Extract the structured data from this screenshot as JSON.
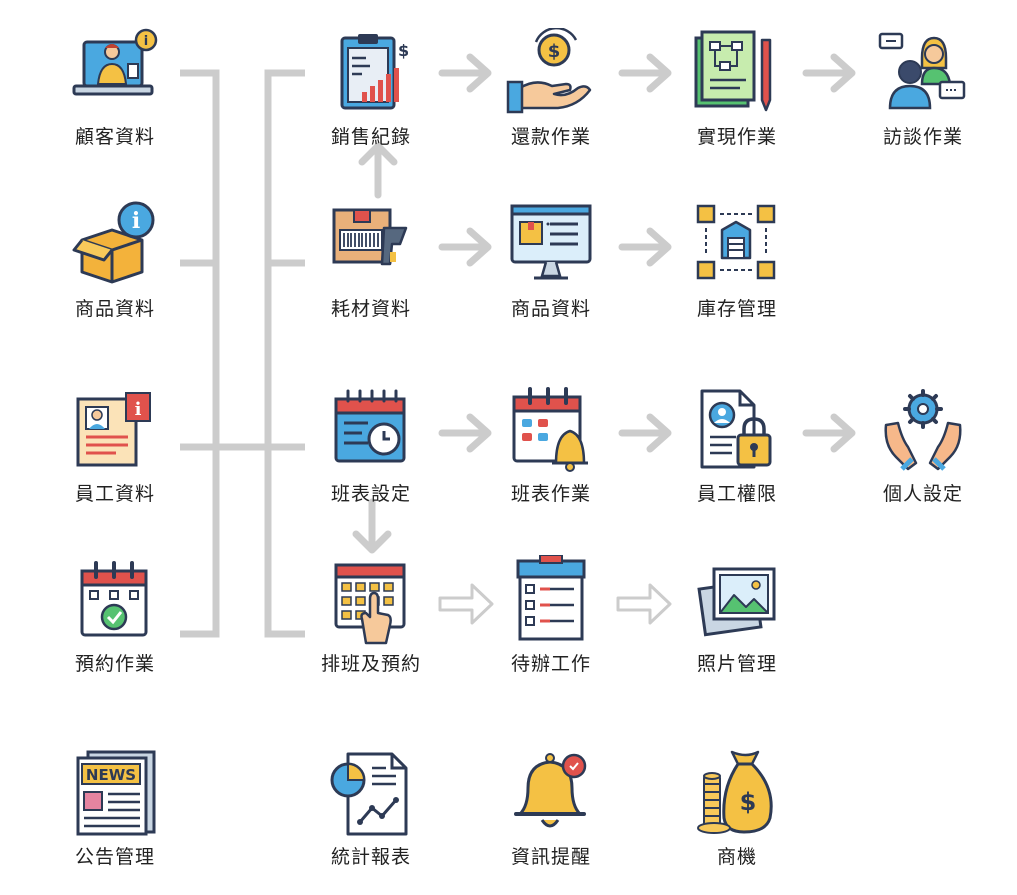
{
  "nodes": {
    "customer": "顧客資料",
    "product_left": "商品資料",
    "employee": "員工資料",
    "booking": "預約作業",
    "news": "公告管理",
    "sales": "銷售紀錄",
    "refund": "還款作業",
    "realize": "實現作業",
    "interview": "訪談作業",
    "supplies": "耗材資料",
    "product_mid": "商品資料",
    "inventory": "庫存管理",
    "shift_setting": "班表設定",
    "shift_work": "班表作業",
    "permission": "員工權限",
    "personal": "個人設定",
    "scheduling": "排班及預約",
    "todo": "待辦工作",
    "photo": "照片管理",
    "stats": "統計報表",
    "notify": "資訊提醒",
    "business": "商機"
  },
  "colors": {
    "connector": "#cccccc",
    "arrow": "#cccccc",
    "outline": "#2d3a55"
  }
}
